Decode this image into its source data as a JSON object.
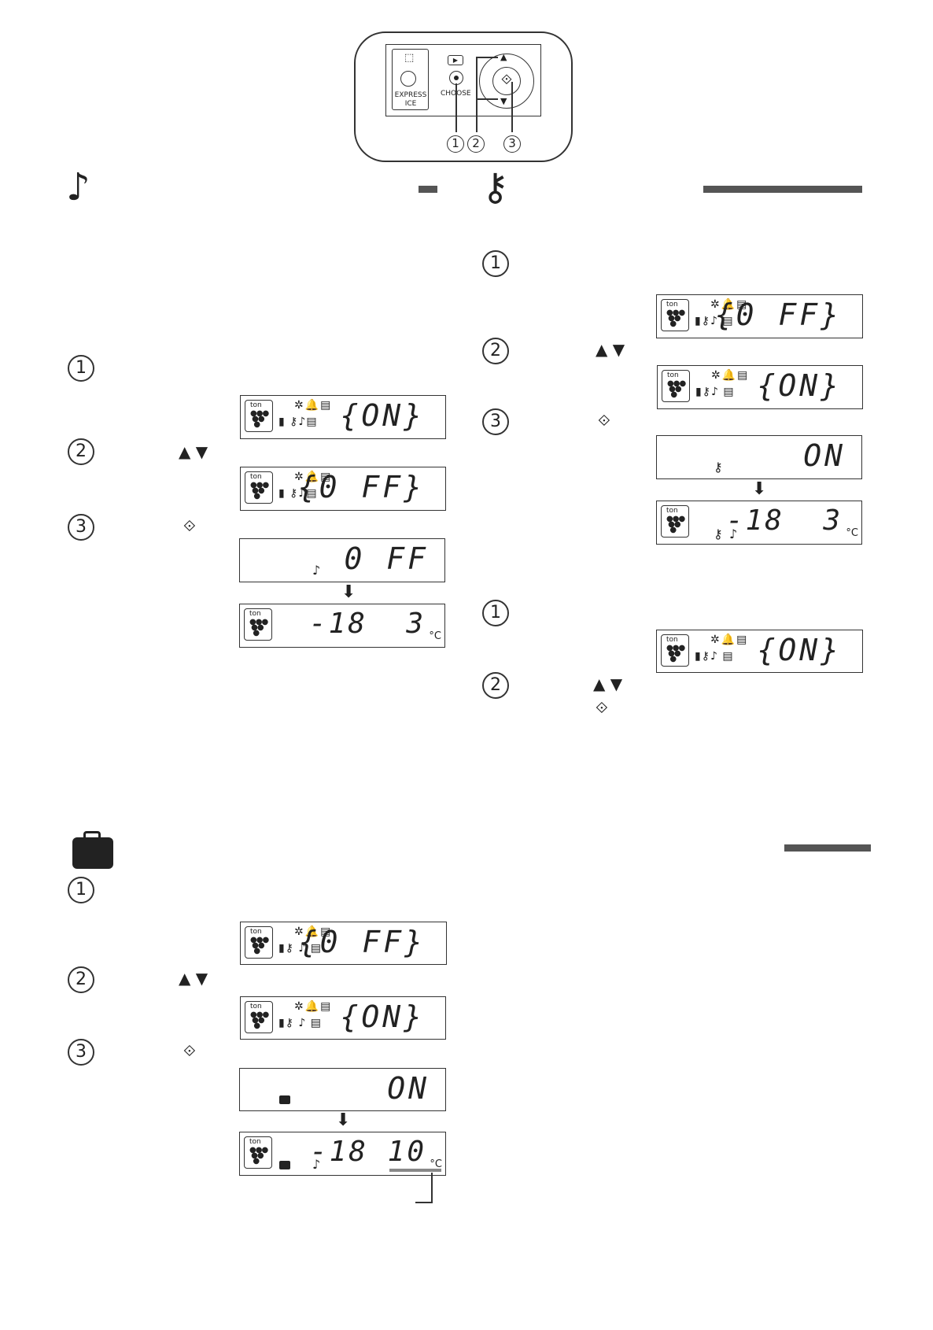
{
  "panel": {
    "express_ice": "EXPRESS ICE",
    "choose": "CHOOSE",
    "callouts": [
      "1",
      "2",
      "3"
    ]
  },
  "glyphs": {
    "step1": "1",
    "step2": "2",
    "step3": "3",
    "up_down": "▲ ▼",
    "set": "⟐",
    "down_arrow": "⬇",
    "note": "♪",
    "key": "⚷",
    "case": "💼"
  },
  "displays": {
    "on": "{ON}",
    "off": "{0 FF}",
    "plain_on": "ON",
    "plain_off": "0 FF",
    "temp_a": "-18  3",
    "temp_b": "-18 10",
    "unit": "°C",
    "ton": "ton"
  }
}
